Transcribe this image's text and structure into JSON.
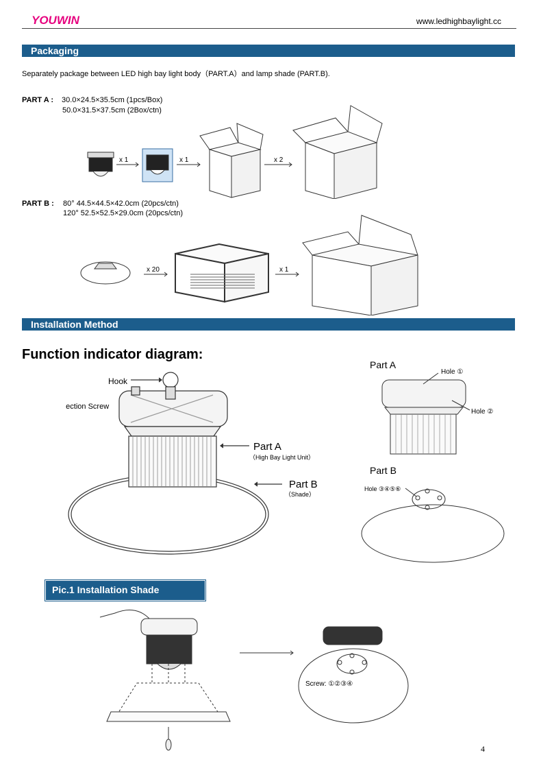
{
  "header": {
    "brand": "YOUWIN",
    "url": "www.ledhighbaylight.cc"
  },
  "colors": {
    "brand": "#e6007e",
    "section_bar": "#1c5d8c"
  },
  "packaging": {
    "title": "Packaging",
    "intro": "Separately package between LED high bay light body（PART.A）and lamp shade (PART.B).",
    "part_a": {
      "label": "PART A :",
      "line1": "30.0×24.5×35.5cm   (1pcs/Box)",
      "line2": "50.0×31.5×37.5cm   (2Box/ctn)"
    },
    "part_b": {
      "label": "PART B :",
      "line1": "80°    44.5×44.5×42.0cm   (20pcs/ctn)",
      "line2": "120°   52.5×52.5×29.0cm   (20pcs/ctn)"
    },
    "multipliers_a": [
      "x 1",
      "x 1",
      "x 2"
    ],
    "multipliers_b": [
      "x 20",
      "x 1"
    ]
  },
  "installation": {
    "title": "Installation Method",
    "diagram_title": "Function indicator diagram:",
    "callouts": {
      "hook": "Hook",
      "protection_screw": "Protection Screw",
      "part_a": "Part A",
      "part_a_sub": "（High Bay Light Unit）",
      "part_b": "Part B",
      "part_b_sub": "（Shade）"
    },
    "side_part_a": "Part A",
    "hole1": "Hole ①",
    "hole2": "Hole ②",
    "side_part_b": "Part B",
    "hole3456": "Hole ③④⑤⑥"
  },
  "pic1": {
    "label": "Pic.1   Installation Shade",
    "screw": "Screw: ①②③④"
  },
  "page_number": "4"
}
